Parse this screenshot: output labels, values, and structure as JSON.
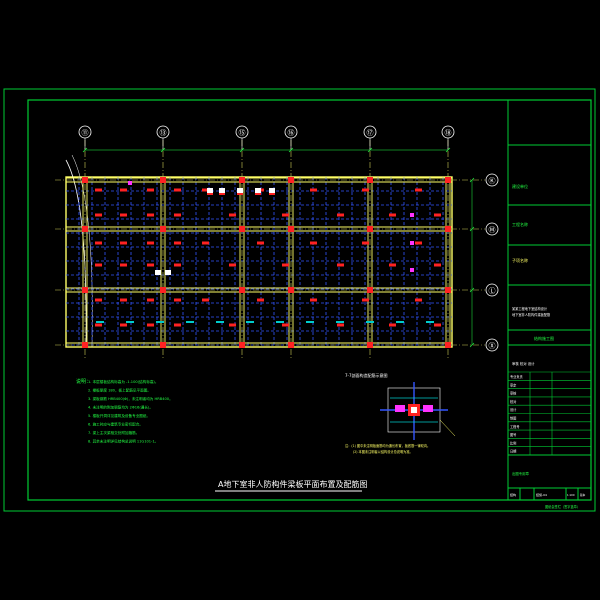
{
  "colors": {
    "background": "#000000",
    "border": "#00cc33",
    "grid_line": "#cccc55",
    "axis": "#ffffff",
    "beam": "#3355ff",
    "cyan_note": "#00cccc",
    "red": "#ff2222",
    "yellow": "#ffff66",
    "magenta": "#ff33ff",
    "text_green": "#22ff44"
  },
  "axes_top": [
    "⑪",
    "⑬",
    "⑮",
    "⑯",
    "⑰",
    "⑱"
  ],
  "axes_right": [
    "Ⓚ",
    "Ⓜ",
    "Ⓛ",
    "Ⓧ"
  ],
  "drawing_title": "A地下室非人防构件梁板平面布置及配筋图",
  "detail_caption": "7-7剖面构造配筋示意图",
  "notes_heading": "说明：",
  "notes": [
    "1. 本层楼板结构标高为 -1.100(结构标高)。",
    "2. 楼板厚度 180，板上配筋见平面图。",
    "3. 梁板钢筋 HRB400(Φ)，未注明者均为 HRB400。",
    "4. 未注明的附加钢筋均为 2Φ16(通长)。",
    "5. 楼板开洞详见建筑及设备专业图纸。",
    "6. 施工时应与建筑专业密切配合。",
    "7. 梁上主次梁相交处附加箍筋。",
    "8. 其余未注明详见结构总说明 11G101-1。"
  ],
  "detail_notes": [
    "注：(1) 图中未注明板面筋均为通长布置，板底筋一律双向。",
    "(2) 本图未注明者以结构设计总说明为准。"
  ],
  "title_block": {
    "section_a": "建设单位",
    "section_b": "工程名称",
    "section_c": "子项名称",
    "project_line1": "某某工程地下室结构设计",
    "project_line2": "地下室非人防构件梁板配筋",
    "drawing_name": "结构施工图",
    "table_heading": "审核  校对  设计",
    "rows": [
      "专业负责",
      "审定",
      "审核",
      "校对",
      "设计",
      "制图",
      "工程号",
      "图号",
      "比例",
      "日期"
    ],
    "footer_cells": [
      "结构",
      "结施-04",
      "1:100",
      "版本"
    ],
    "stamp": "出图专用章"
  },
  "bottom_right_note": "图纸会签栏（签字盖章）"
}
